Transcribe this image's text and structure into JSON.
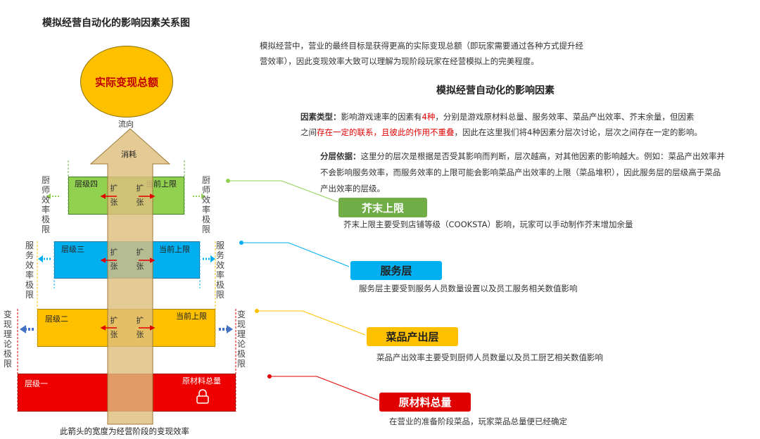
{
  "title": "模拟经营自动化的影响因素关系图",
  "diagram": {
    "circle_label": "实际变现总额",
    "flow_label": "流向",
    "consume_label": "消耗",
    "arrow_caption": "此箭头的宽度为经营阶段的变现效率",
    "layers": [
      {
        "name": "层级四",
        "limit": "当前上限",
        "color": "#92d050"
      },
      {
        "name": "层级三",
        "limit": "当前上限",
        "color": "#00b0f0"
      },
      {
        "name": "层级二",
        "limit": "当前上限",
        "color": "#ffc000"
      },
      {
        "name": "层级一",
        "limit": "原材料总量",
        "color": "#ff0000"
      }
    ],
    "expand_chars": [
      "扩",
      "张"
    ],
    "side_labels": {
      "chef": "厨师效率极限",
      "service": "服务效率极限",
      "theory": "变现理论极限"
    }
  },
  "intro": {
    "line1": "模拟经营中，营业的最终目标是获得更高的实际变现总额（即玩家需要通过各种方式提升经",
    "line2": "营效率），因此变现效率大致可以理解为现阶段玩家在经营模拟上的完美程度。"
  },
  "section_title": "模拟经营自动化的影响因素",
  "factor": {
    "label": "因素类型：",
    "p1": "影响游戏速率的因素有",
    "count": "4种",
    "p2": "，分别是游戏原材料总量、服务效率、菜品产出效率、芥末余量，但因素",
    "p3": "之间",
    "highlight": "存在一定的联系，且彼此的作用不重叠",
    "p4": "，因此在这里我们将4种因素分层次讨论，层次之间存在一定的影响。"
  },
  "basis": {
    "label": "分层依据：",
    "line1": "这里分的层次是根据是否受其影响而判断，层次越高，对其他因素的影响越大。例如：菜品产出效率并",
    "line2": "不会影响服务效率，而服务效率的上限可能会影响菜品产出效率的上限（菜品堆积），因此服务层的层级高于菜品",
    "line3": "产出效率的层级。"
  },
  "tags": [
    {
      "label": "芥末上限",
      "desc": "芥末上限主要受到店铺等级（COOKSTA）影响，玩家可以手动制作芥末增加余量",
      "color": "#70ad47",
      "text_color": "#ffffff"
    },
    {
      "label": "服务层",
      "desc": "服务层主要受到服务人员数量设置以及员工服务相关数值影响",
      "color": "#00b0f0",
      "text_color": "#1f1f1f"
    },
    {
      "label": "菜品产出层",
      "desc": "菜品产出效率主要受到厨师人员数量以及员工厨艺相关数值影响",
      "color": "#ffc000",
      "text_color": "#1f1f1f"
    },
    {
      "label": "原材料总量",
      "desc": "在营业的准备阶段菜品，玩家菜品总量便已经确定",
      "color": "#e00000",
      "text_color": "#ffffff"
    }
  ]
}
